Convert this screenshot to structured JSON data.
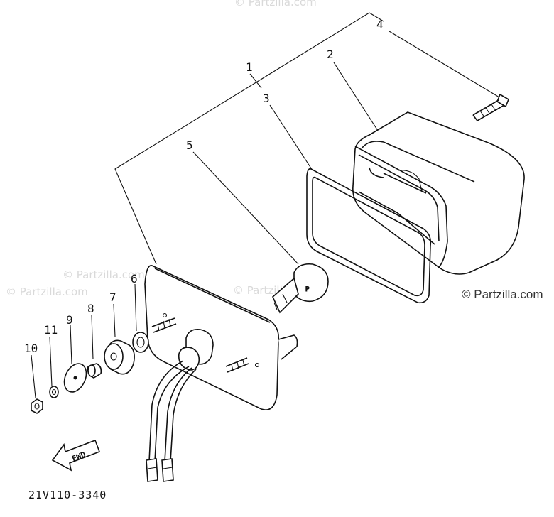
{
  "diagram": {
    "part_numbers": [
      "1",
      "2",
      "3",
      "4",
      "5",
      "6",
      "7",
      "8",
      "9",
      "10",
      "11"
    ],
    "drawing_code": "21V110-3340",
    "fwd_label": "FWD",
    "watermark": "© Partzilla.com",
    "watermark_main": "© Partzilla.com"
  }
}
